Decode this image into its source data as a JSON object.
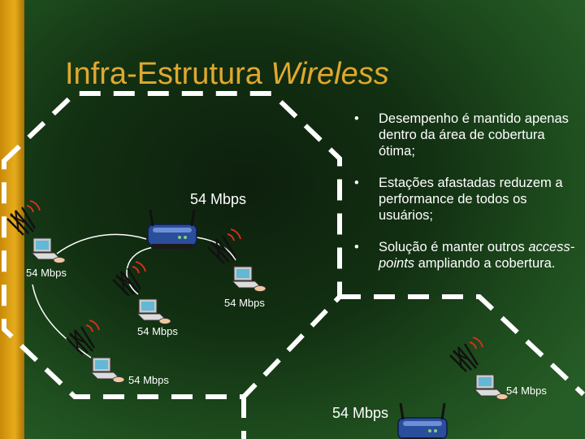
{
  "title": {
    "main": "Infra-Estrutura ",
    "italic": "Wireless"
  },
  "bullets": [
    {
      "text": "Desempenho é mantido apenas dentro da área de cobertura ótima;"
    },
    {
      "text": "Estações afastadas reduzem a performance de todos os usuários;"
    },
    {
      "pre": "Solução é manter outros ",
      "italic": "access-points",
      "post": " ampliando a cobertura."
    }
  ],
  "bullet_symbol": "•",
  "rates": {
    "main": "54 Mbps",
    "left": "54 Mbps",
    "center": "54 Mbps",
    "lower_left": "54 Mbps",
    "bottom_left": "54 Mbps",
    "bottom_right": "54 Mbps",
    "second_ap": "54 Mbps"
  },
  "colors": {
    "accent_bar": "#d99a10",
    "title": "#e0a82e",
    "text": "#ffffff",
    "cell_outline": "#ffffff",
    "router": "#2a4d9c"
  },
  "icons": [
    "router-icon",
    "laptop-icon",
    "radio-waves-icon"
  ]
}
